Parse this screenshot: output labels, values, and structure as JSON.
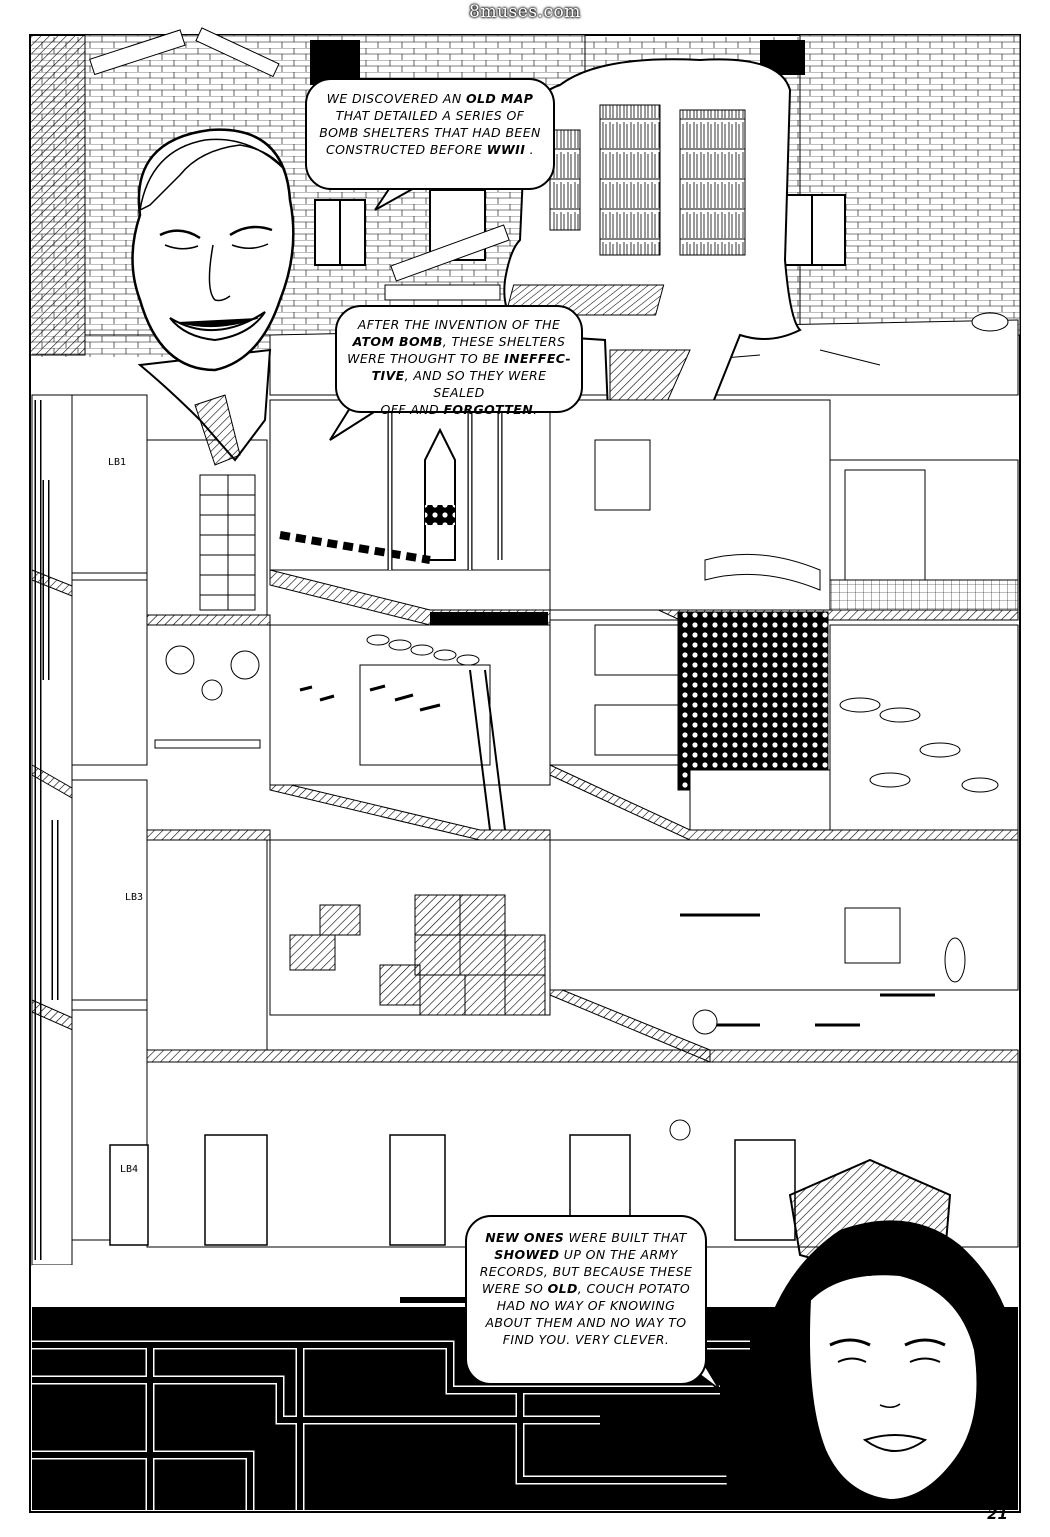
{
  "watermark": "8muses.com",
  "room_labels": {
    "lb1": "LB1",
    "lb3": "LB3",
    "lb4": "LB4"
  },
  "balloons": {
    "one": {
      "l1a": "WE DISCOVERED AN ",
      "l1b": "OLD MAP",
      "l2": "THAT DETAILED A SERIES OF",
      "l3": "BOMB SHELTERS THAT HAD BEEN",
      "l4a": "CONSTRUCTED BEFORE ",
      "l4b": "WWII",
      "l4c": " ."
    },
    "two": {
      "l1": "AFTER THE INVENTION OF THE",
      "l2a": "ATOM BOMB",
      "l2b": ", THESE SHELTERS",
      "l3a": "WERE THOUGHT TO BE ",
      "l3b": "INEFFEC-",
      "l4a": "TIVE",
      "l4b": ", AND SO THEY WERE SEALED",
      "l5a": "OFF AND ",
      "l5b": "FORGOTTEN",
      "l5c": "."
    },
    "three": {
      "l1a": "NEW ONES",
      "l1b": " WERE BUILT THAT",
      "l2a": "SHOWED",
      "l2b": " UP ON THE ARMY",
      "l3": "RECORDS, BUT BECAUSE THESE",
      "l4a": "WERE SO ",
      "l4b": "OLD",
      "l4c": ", COUCH POTATO",
      "l5": "HAD NO WAY OF KNOWING",
      "l6": "ABOUT THEM AND NO WAY TO",
      "l7": "FIND YOU. VERY CLEVER."
    }
  },
  "page_number": "21"
}
